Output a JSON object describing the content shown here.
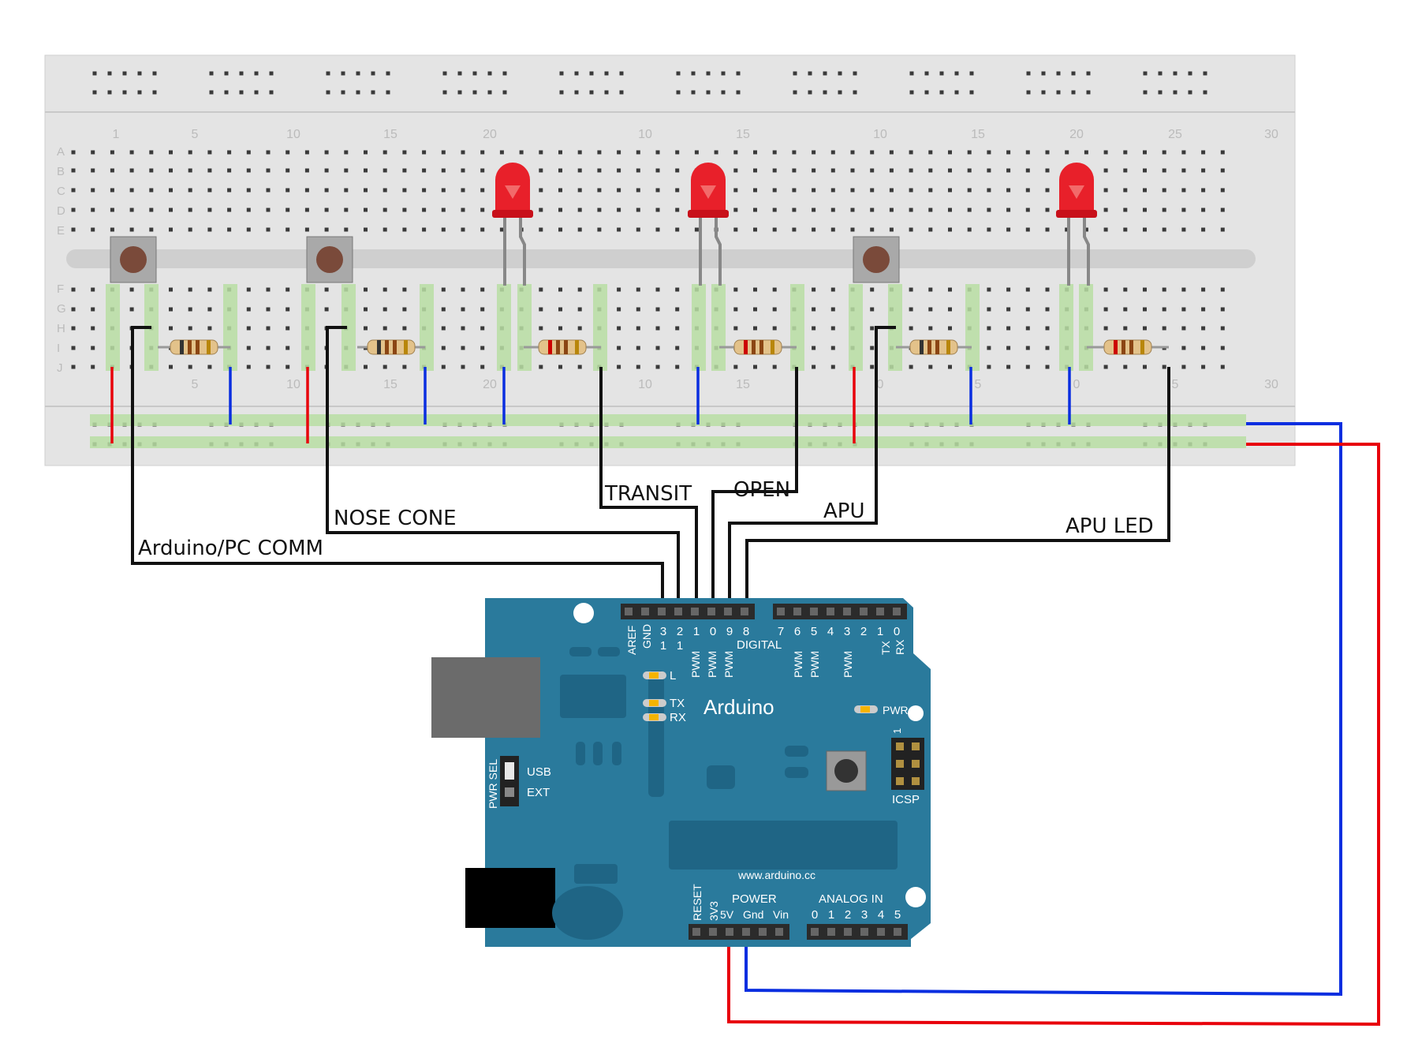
{
  "breadboard": {
    "row_letters_top": [
      "A",
      "B",
      "C",
      "D",
      "E"
    ],
    "row_letters_bottom": [
      "F",
      "G",
      "H",
      "I",
      "J"
    ],
    "column_numbers_top": [
      "1",
      "5",
      "10",
      "15",
      "20",
      "10",
      "15",
      "10",
      "15",
      "20",
      "25",
      "30"
    ],
    "column_numbers_bottom": [
      "5",
      "10",
      "15",
      "20",
      "10",
      "15",
      "0",
      "5",
      "0",
      "5",
      "30"
    ],
    "colors": {
      "board": "#e4e4e4",
      "rail": "#dcdcdc",
      "hole": "#3a3a3a",
      "highlight": "#b9dfa4"
    }
  },
  "labels": {
    "arduino_pc_comm": "Arduino/PC COMM",
    "nose_cone": "NOSE CONE",
    "transit": "TRANSIT",
    "open": "OPEN",
    "apu": "APU",
    "apu_led": "APU LED"
  },
  "arduino": {
    "brand": "Arduino",
    "url": "www.arduino.cc",
    "digital_label": "DIGITAL",
    "aref": "AREF",
    "gnd": "GND",
    "pin_top": [
      "3",
      "2",
      "1",
      "0",
      "9",
      "8",
      "7",
      "6",
      "5",
      "4",
      "3",
      "2",
      "1",
      "0"
    ],
    "pin_sub": [
      "1",
      "1",
      "",
      "",
      "",
      "",
      "",
      "",
      "",
      "",
      "",
      "",
      "",
      ""
    ],
    "pwm": "PWM",
    "tx": "TX",
    "rx": "RX",
    "led_l": "L",
    "led_tx": "TX",
    "led_rx": "RX",
    "pwr": "PWR",
    "icsp": "ICSP",
    "icsp_pin1": "1",
    "pwr_sel": "PWR SEL",
    "usb": "USB",
    "ext": "EXT",
    "power_header": "POWER",
    "analog_header": "ANALOG IN",
    "reset": "RESET",
    "v3": "3V3",
    "v5": "5V",
    "gnd_pin": "Gnd",
    "vin": "Vin",
    "analog_pins": [
      "0",
      "1",
      "2",
      "3",
      "4",
      "5"
    ],
    "colors": {
      "board": "#2a7a9c",
      "board_dark": "#1f6585",
      "text": "#ffffff"
    }
  },
  "wire_colors": {
    "red": "#e8000b",
    "blue": "#0a2ee0",
    "black": "#111111"
  }
}
